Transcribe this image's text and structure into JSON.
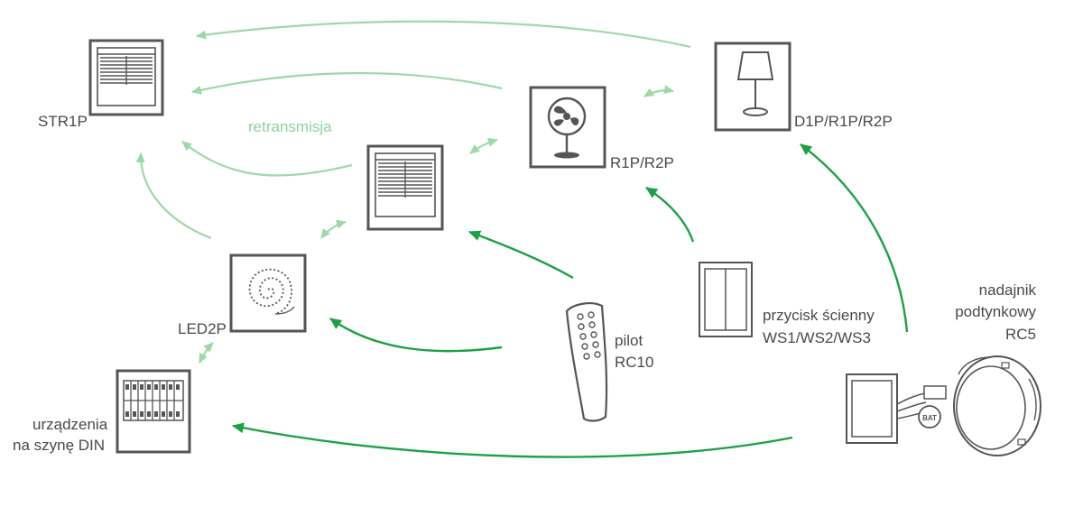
{
  "labels": {
    "str1p": "STR1P",
    "retransmission": "retransmisja",
    "d1p_r1p_r2p": "D1P/R1P/R2P",
    "r1p_r2p": "R1P/R2P",
    "led2p": "LED2P",
    "pilot_line1": "pilot",
    "pilot_line2": "RC10",
    "wall_switch_line1": "przycisk ścienny",
    "wall_switch_line2": "WS1/WS2/WS3",
    "transmitter_line1": "nadajnik",
    "transmitter_line2": "podtynkowy",
    "transmitter_line3": "RC5",
    "din_line1": "urządzenia",
    "din_line2": "na szynę DIN",
    "battery_text": "BAT"
  },
  "colors": {
    "retransmission_arrows": "#9fd8a8",
    "control_arrows": "#1fa046",
    "device_outline": "#555555",
    "label_text": "#4a4a4a"
  },
  "icons": {
    "str1p": "roller-blind-icon",
    "center_blind": "roller-blind-icon",
    "r1p_r2p": "fan-icon",
    "d1p": "lamp-icon",
    "led2p": "led-strip-icon",
    "din": "din-rail-icon",
    "pilot": "remote-control-icon",
    "wall_switch": "wall-switch-icon",
    "transmitter": "flush-transmitter-icon"
  }
}
